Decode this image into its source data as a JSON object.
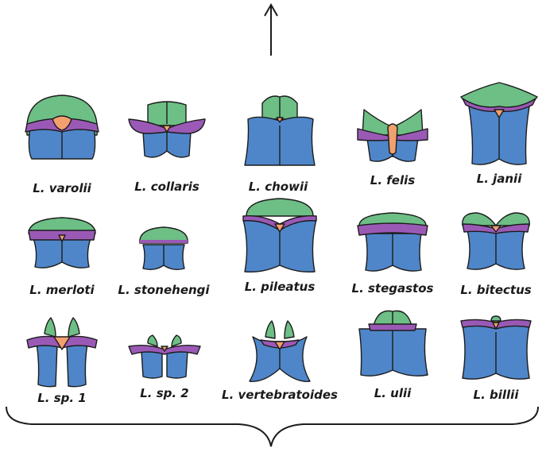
{
  "colors": {
    "green": "#6dbf85",
    "blue": "#4f86c9",
    "purple": "#9b59b6",
    "orange": "#f2a06f",
    "line": "#1c1c1c"
  },
  "rows": [
    {
      "specimens": [
        {
          "name": "L. varolii",
          "shape": "varolii"
        },
        {
          "name": "L. collaris",
          "shape": "collaris"
        },
        {
          "name": "L. chowii",
          "shape": "chowii"
        },
        {
          "name": "L. felis",
          "shape": "felis"
        },
        {
          "name": "L. janii",
          "shape": "janii"
        }
      ]
    },
    {
      "specimens": [
        {
          "name": "L. merloti",
          "shape": "merloti"
        },
        {
          "name": "L. stonehengi",
          "shape": "stonehengi"
        },
        {
          "name": "L. pileatus",
          "shape": "pileatus"
        },
        {
          "name": "L. stegastos",
          "shape": "stegastos"
        },
        {
          "name": "L. bitectus",
          "shape": "bitectus"
        }
      ]
    },
    {
      "specimens": [
        {
          "name": "L. sp. 1",
          "shape": "sp1"
        },
        {
          "name": "L. sp. 2",
          "shape": "sp2"
        },
        {
          "name": "L. vertebratoides",
          "shape": "vertebratoides"
        },
        {
          "name": "L. ulii",
          "shape": "ulii"
        },
        {
          "name": "L. billii",
          "shape": "billii"
        }
      ]
    }
  ]
}
